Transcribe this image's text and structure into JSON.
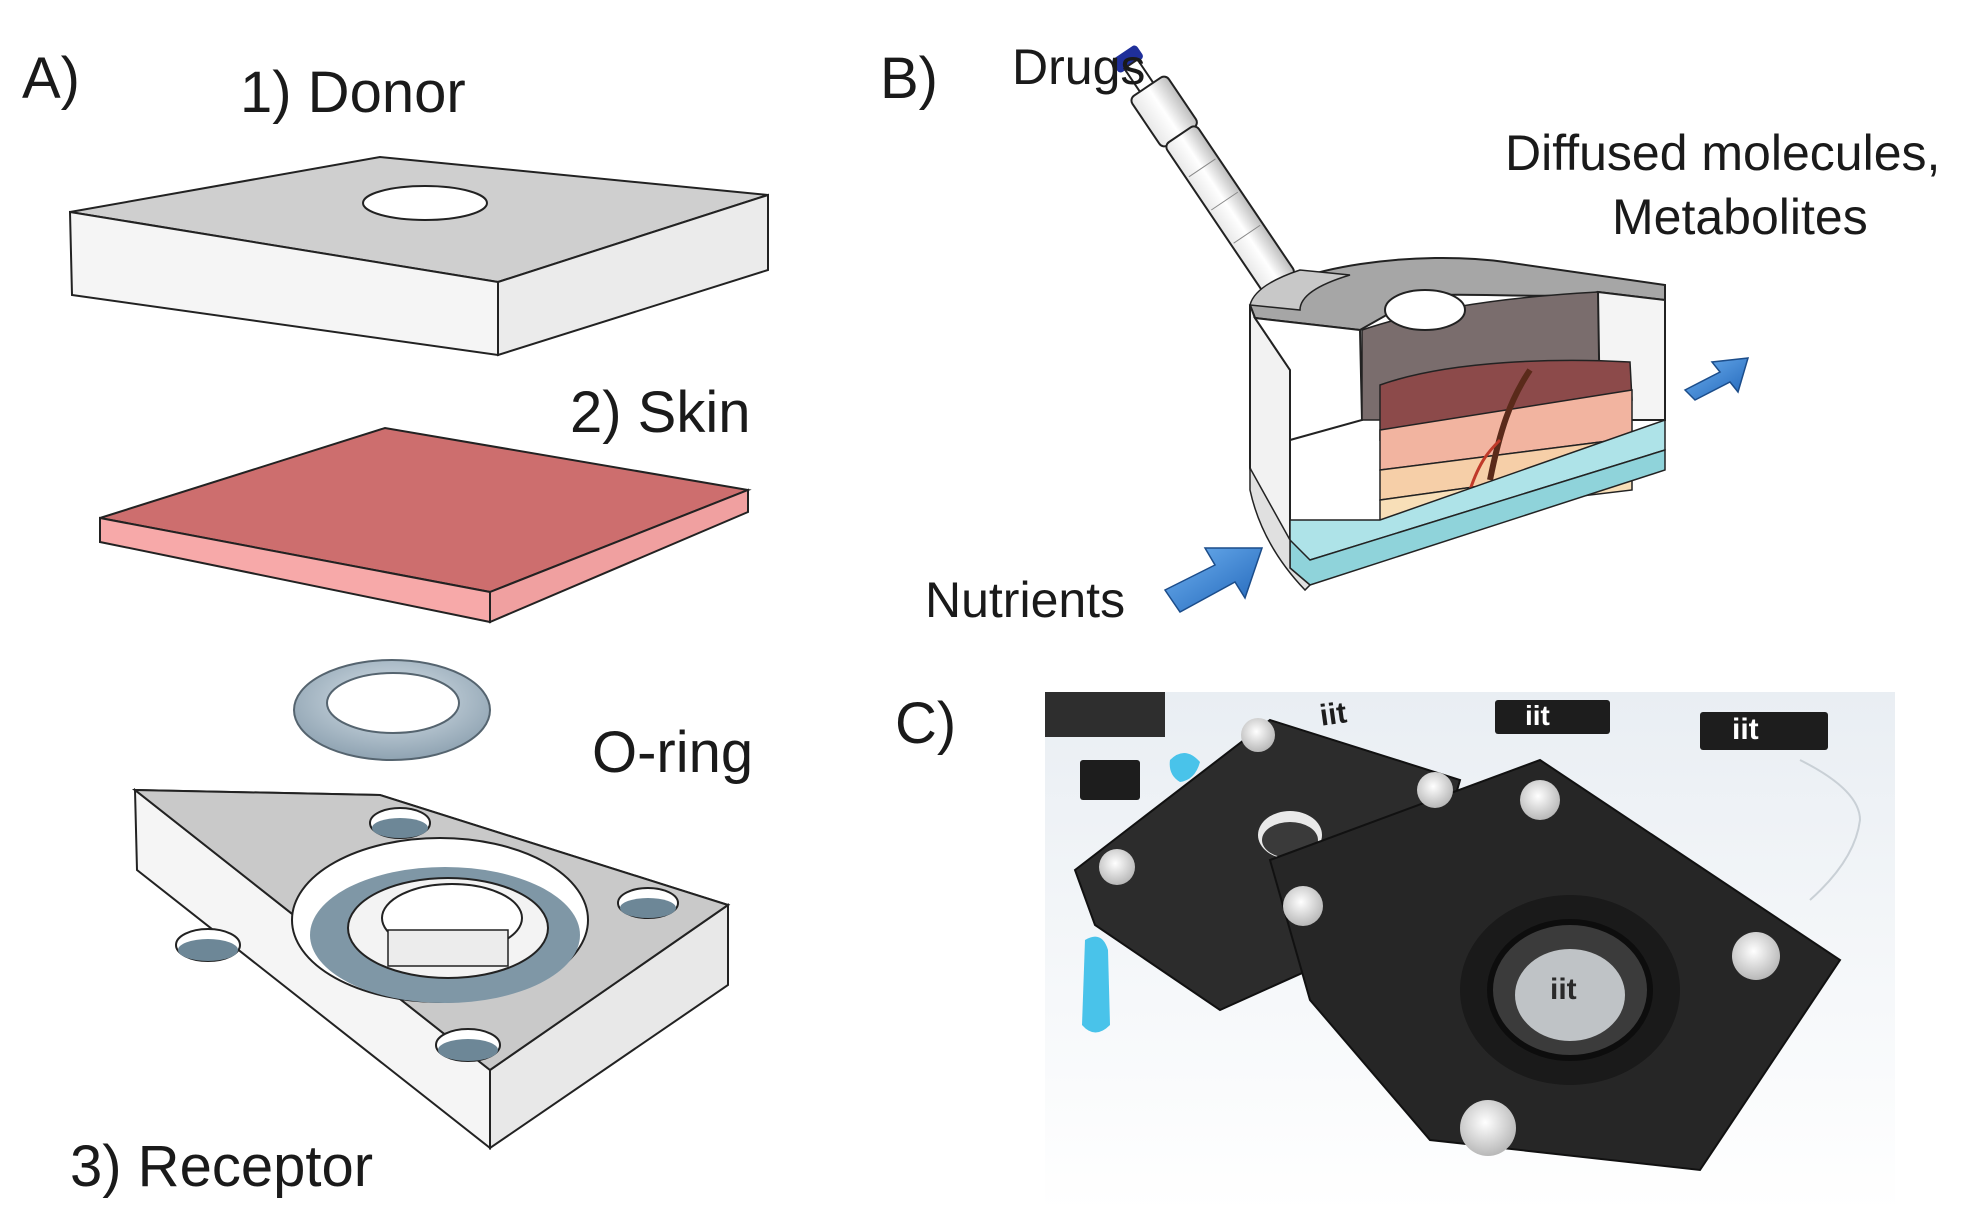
{
  "panels": {
    "a": {
      "letter": "A)",
      "donor": "1) Donor",
      "skin": "2) Skin",
      "oring": "O-ring",
      "receptor": "3) Receptor"
    },
    "b": {
      "letter": "B)",
      "drugs": "Drugs",
      "diffused_line1": "Diffused molecules,",
      "diffused_line2": "Metabolites",
      "nutrients": "Nutrients"
    },
    "c": {
      "letter": "C)",
      "photo_marks": [
        "iit",
        "iit",
        "iit",
        "iit"
      ]
    }
  },
  "colors": {
    "plate_top": "#c9c9c9",
    "plate_side": "#f4f4f4",
    "skin_top": "#cd6e6e",
    "skin_side": "#f7a9a9",
    "oring": "#b9c8d3",
    "medium": "#aee3e8",
    "arrow": "#3b86d9",
    "device": "#2a2a2a",
    "tip": "#49c3ea"
  }
}
